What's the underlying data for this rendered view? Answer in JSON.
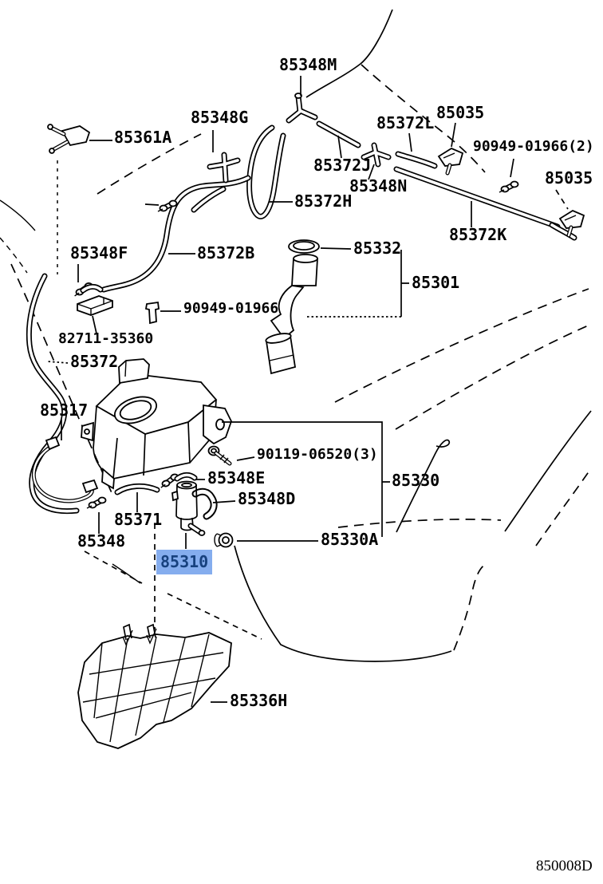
{
  "diagram": {
    "type": "parts-diagram",
    "subject": "windshield-washer",
    "figure_code": "850008D",
    "background": "#FFFFFF",
    "line_color": "#000000",
    "highlight": {
      "part": "85310",
      "bg": "#85ADEE",
      "text_color": "#17417E"
    }
  },
  "labels": [
    {
      "id": "85348M",
      "text": "85348M"
    },
    {
      "id": "85348G",
      "text": "85348G"
    },
    {
      "id": "85361A",
      "text": "85361A"
    },
    {
      "id": "85372L",
      "text": "85372L"
    },
    {
      "id": "85035-top",
      "text": "85035"
    },
    {
      "id": "90949-01966-2-right",
      "text": "90949-01966(2)"
    },
    {
      "id": "85372J",
      "text": "85372J"
    },
    {
      "id": "85035-right",
      "text": "85035"
    },
    {
      "id": "85348N",
      "text": "85348N"
    },
    {
      "id": "85372H",
      "text": "85372H"
    },
    {
      "id": "85372K",
      "text": "85372K"
    },
    {
      "id": "85348F",
      "text": "85348F"
    },
    {
      "id": "85372B",
      "text": "85372B"
    },
    {
      "id": "85332",
      "text": "85332"
    },
    {
      "id": "85301",
      "text": "85301"
    },
    {
      "id": "90949-01966",
      "text": "90949-01966"
    },
    {
      "id": "82711-35360",
      "text": "82711-35360"
    },
    {
      "id": "85372",
      "text": "85372"
    },
    {
      "id": "85317",
      "text": "85317"
    },
    {
      "id": "90119-06520-3",
      "text": "90119-06520(3)"
    },
    {
      "id": "85348E",
      "text": "85348E"
    },
    {
      "id": "85330",
      "text": "85330"
    },
    {
      "id": "85348D",
      "text": "85348D"
    },
    {
      "id": "85371",
      "text": "85371"
    },
    {
      "id": "85348",
      "text": "85348"
    },
    {
      "id": "85330A",
      "text": "85330A"
    },
    {
      "id": "85310",
      "text": "85310",
      "highlighted": true
    },
    {
      "id": "85336H",
      "text": "85336H"
    }
  ]
}
